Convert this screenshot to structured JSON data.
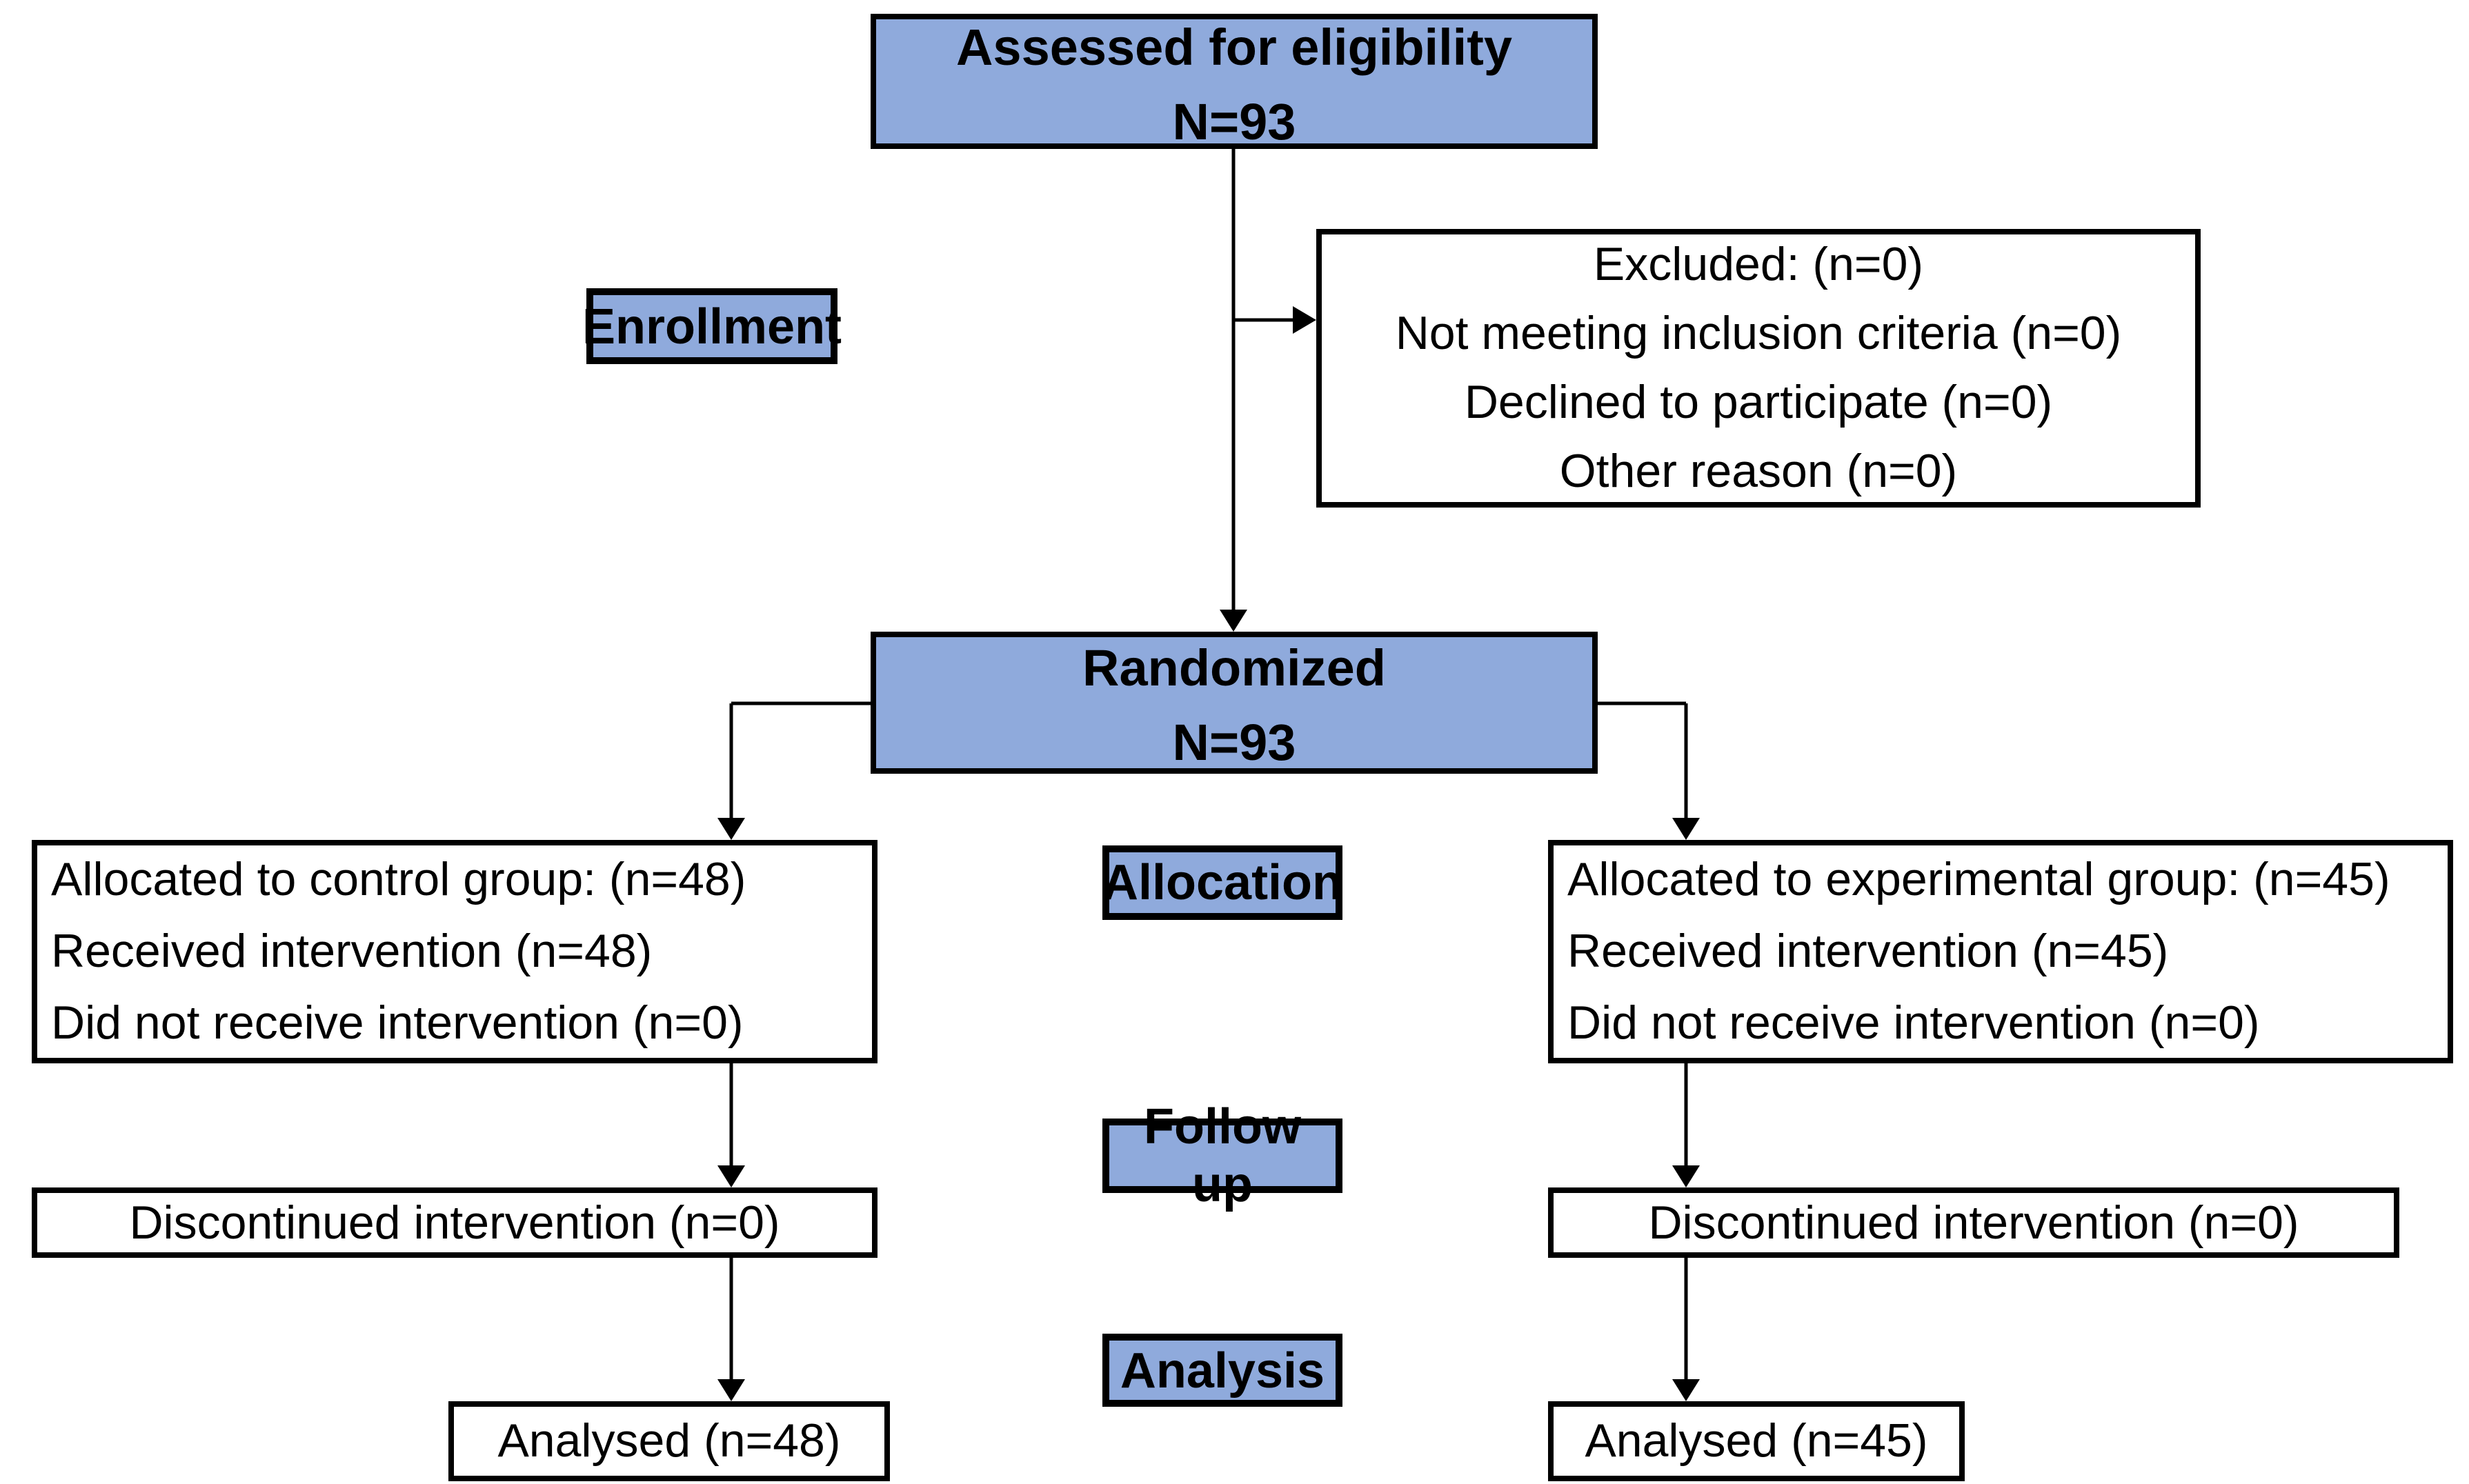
{
  "colors": {
    "stage_fill": "#8faadc",
    "line": "#000000",
    "detail_fill": "#ffffff"
  },
  "stage_labels": {
    "enrollment": "Enrollment",
    "allocation": "Allocation",
    "follow_up": "Follow up",
    "analysis": "Analysis"
  },
  "boxes": {
    "assessed": {
      "title": "Assessed for eligibility",
      "count": "N=93"
    },
    "excluded": {
      "lines": [
        "Excluded: (n=0)",
        "Not meeting inclusion criteria (n=0)",
        "Declined to participate (n=0)",
        "Other reason (n=0)"
      ]
    },
    "randomized": {
      "title": "Randomized",
      "count": "N=93"
    },
    "control": {
      "allocation_lines": [
        "Allocated to control group: (n=48)",
        "Received intervention (n=48)",
        "Did not receive intervention (n=0)"
      ],
      "follow_up": "Discontinued intervention (n=0)",
      "analysis": "Analysed (n=48)"
    },
    "experimental": {
      "allocation_lines": [
        "Allocated to experimental group: (n=45)",
        "Received intervention (n=45)",
        "Did not receive intervention (n=0)"
      ],
      "follow_up": "Discontinued intervention (n=0)",
      "analysis": "Analysed (n=45)"
    }
  }
}
